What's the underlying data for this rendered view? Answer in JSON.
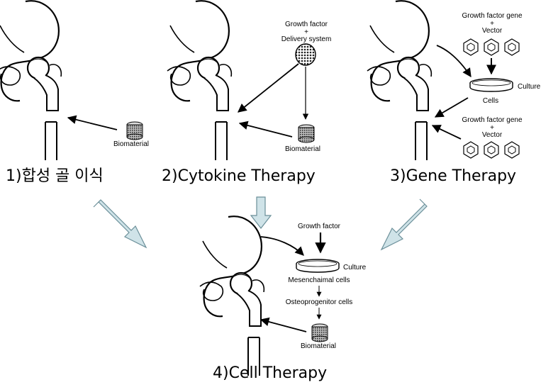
{
  "panels": {
    "p1": {
      "title": "1)합성 골 이식",
      "biomaterial": "Biomaterial"
    },
    "p2": {
      "title": "2)Cytokine Therapy",
      "growth_factor": "Growth factor",
      "plus": "+",
      "delivery": "Delivery system",
      "biomaterial": "Biomaterial"
    },
    "p3": {
      "title": "3)Gene Therapy",
      "gf_gene_top": "Growth factor gene",
      "plus_top": "+",
      "vector_top": "Vector",
      "culture": "Culture",
      "cells": "Cells",
      "gf_gene_bottom": "Growth factor gene",
      "plus_bottom": "+",
      "vector_bottom": "Vector"
    },
    "p4": {
      "title": "4)Cell Therapy",
      "growth_factor": "Growth factor",
      "culture": "Culture",
      "mesenchymal": "Mesenchaimal cells",
      "osteoprogenitor": "Osteoprogenitor cells",
      "biomaterial": "Biomaterial"
    }
  },
  "colors": {
    "flow_arrow_fill": "#cfe3e8",
    "flow_arrow_stroke": "#6b8f99",
    "line": "#000000"
  }
}
